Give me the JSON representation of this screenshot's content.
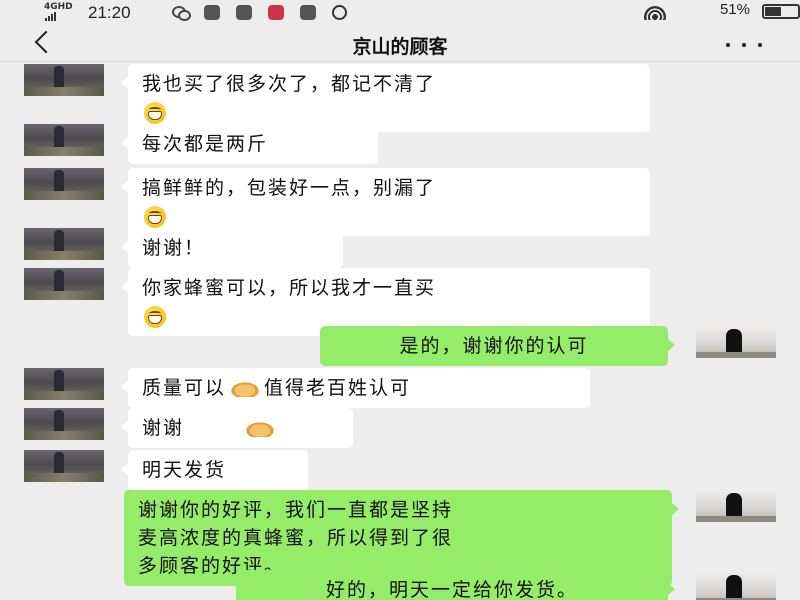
{
  "status_bar": {
    "network": "4GHD",
    "time": "21:20",
    "battery_percent": "51%",
    "battery_level": 0.51
  },
  "header": {
    "title": "京山的顾客",
    "back_icon": "chevron-left-icon",
    "more_icon": "more-dots-icon"
  },
  "messages": [
    {
      "side": "in",
      "text": "我也买了很多次了，都记不清了",
      "emoji": "grin-emoji"
    },
    {
      "side": "in",
      "text": "每次都是两斤"
    },
    {
      "side": "in",
      "text": "搞鲜鲜的，包装好一点，别漏了",
      "emoji": "grin-emoji"
    },
    {
      "side": "in",
      "text": "谢谢！"
    },
    {
      "side": "in",
      "text": "你家蜂蜜可以，所以我才一直买",
      "emoji": "grin-emoji"
    },
    {
      "side": "out",
      "text": "是的，谢谢你的认可"
    },
    {
      "side": "in",
      "text_a": "质量可以",
      "text_b": "值得老百姓认可",
      "emoji": "handshake-emoji"
    },
    {
      "side": "in",
      "text": "谢谢",
      "emoji": "clap-emoji"
    },
    {
      "side": "in",
      "text": "明天发货"
    },
    {
      "side": "out",
      "line1": "谢谢你的好评，我们一直都是坚持",
      "line2": "麦高浓度的真蜂蜜，所以得到了很",
      "line3": "多顾客的好评。"
    },
    {
      "side": "out",
      "text": "好的，明天一定给你发货。"
    }
  ],
  "colors": {
    "background": "#ededed",
    "incoming_bubble": "#ffffff",
    "outgoing_bubble": "#95ec69"
  }
}
